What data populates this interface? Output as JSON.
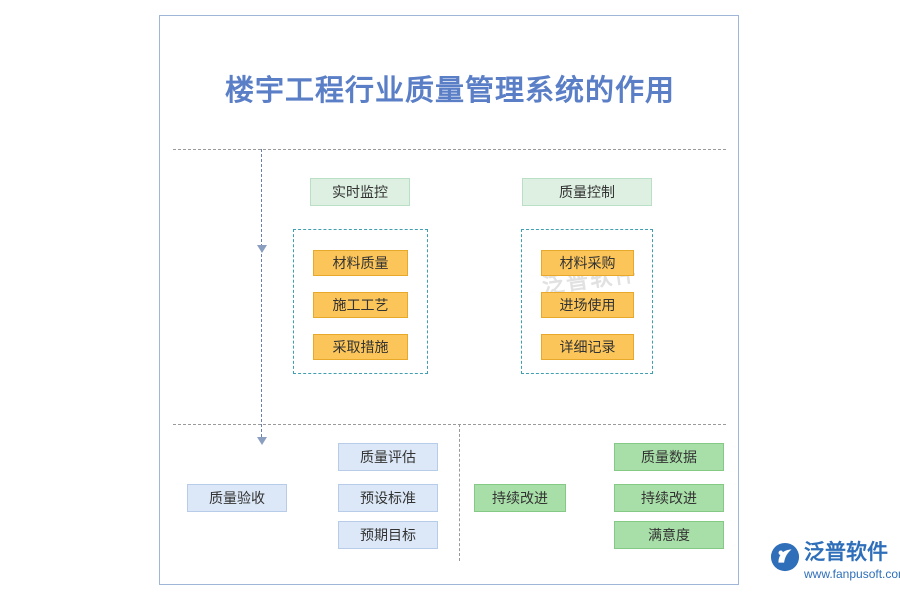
{
  "diagram": {
    "title": "楼宇工程行业质量管理系统的作用",
    "section_headers": [
      {
        "label": "实时监控"
      },
      {
        "label": "质量控制"
      }
    ],
    "group_left": {
      "items": [
        {
          "label": "材料质量"
        },
        {
          "label": "施工工艺"
        },
        {
          "label": "采取措施"
        }
      ]
    },
    "group_right": {
      "items": [
        {
          "label": "材料采购"
        },
        {
          "label": "进场使用"
        },
        {
          "label": "详细记录"
        }
      ]
    },
    "bottom": {
      "acceptance": {
        "label": "质量验收"
      },
      "blue_items": [
        {
          "label": "质量评估"
        },
        {
          "label": "预设标准"
        },
        {
          "label": "预期目标"
        }
      ],
      "improvement": {
        "label": "持续改进"
      },
      "green_items": [
        {
          "label": "质量数据"
        },
        {
          "label": "持续改进"
        },
        {
          "label": "满意度"
        }
      ]
    },
    "watermark": "泛普软件",
    "logo": {
      "name": "泛普软件",
      "url": "www.fanpusoft.com"
    },
    "colors": {
      "title": "#5b7fc7",
      "orange": "#fbc55a",
      "blue": "#dce8f7",
      "green": "#a8dfa8",
      "header_green": "#ddf0e2",
      "dashed_teal": "#3f9fb0",
      "frame": "#9fb6d8"
    }
  }
}
